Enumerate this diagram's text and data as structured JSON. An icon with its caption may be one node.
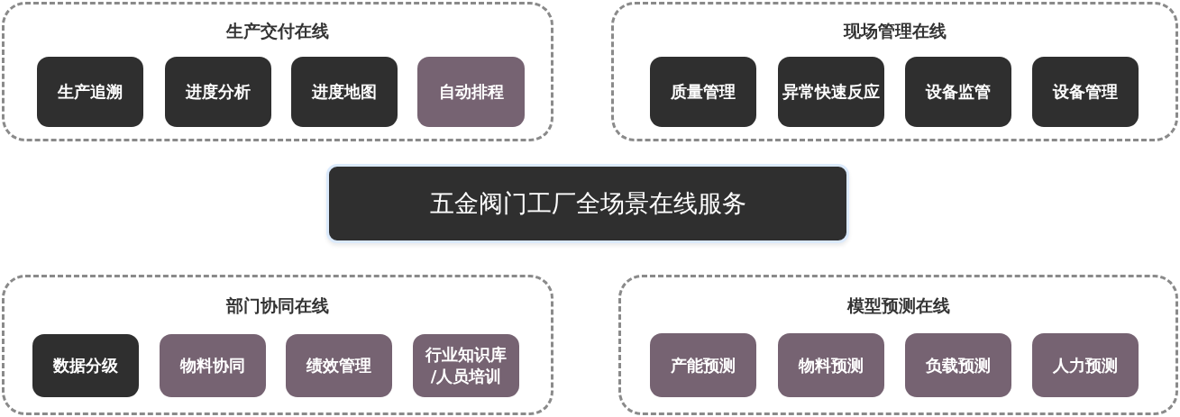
{
  "diagram": {
    "nodes": [
      {
        "text": [
          "生产交付在线"
        ]
      },
      {
        "text": [
          "生产追溯"
        ],
        "in": 0
      },
      {
        "text": [
          "进度分析"
        ],
        "in": 0
      },
      {
        "text": [
          "进度地图"
        ],
        "in": 0
      },
      {
        "text": [
          "自动排程"
        ],
        "in": 0
      },
      {
        "text": [
          "现场管理在线"
        ]
      },
      {
        "text": [
          "质量管理"
        ],
        "in": 5
      },
      {
        "text": [
          "异常快速反应"
        ],
        "in": 5
      },
      {
        "text": [
          "设备监管"
        ],
        "in": 5
      },
      {
        "text": [
          "设备管理"
        ],
        "in": 5
      },
      {
        "text": [
          "五金阀门工厂全场景在线服务"
        ]
      },
      {
        "text": [
          "部门协同在线"
        ]
      },
      {
        "text": [
          "数据分级"
        ],
        "in": 11
      },
      {
        "text": [
          "物料协同"
        ],
        "in": 11
      },
      {
        "text": [
          "绩效管理"
        ],
        "in": 11
      },
      {
        "text": [
          "行业知识库/人员培训"
        ],
        "in": 11
      },
      {
        "text": [
          "模型预测在线"
        ]
      },
      {
        "text": [
          "产能预测"
        ],
        "in": 16
      },
      {
        "text": [
          "物料预测"
        ],
        "in": 16
      },
      {
        "text": [
          "负载预测"
        ],
        "in": 16
      },
      {
        "text": [
          "人力预测"
        ],
        "in": 16
      }
    ]
  }
}
